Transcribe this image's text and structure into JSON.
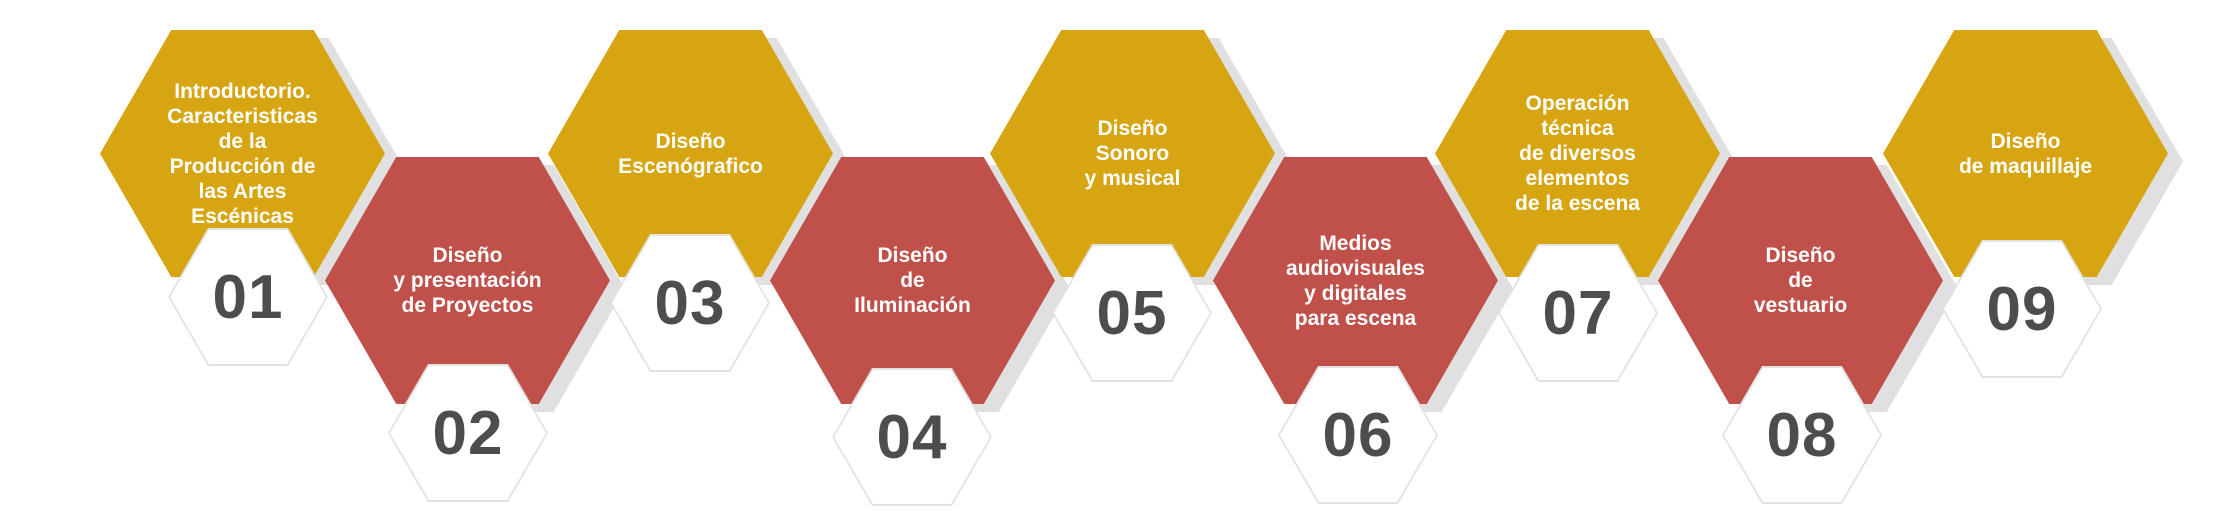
{
  "colors": {
    "gold": "#D6A511",
    "red": "#C0504A",
    "number": "#4d4d4d"
  },
  "steps": [
    {
      "number": "01",
      "title": "Introductorio.\nCaracteristicas\nde la Producción de\nlas Artes Escénicas",
      "color": "gold"
    },
    {
      "number": "02",
      "title": "Diseño\ny presentación\nde Proyectos",
      "color": "red"
    },
    {
      "number": "03",
      "title": "Diseño\nEscenógrafico",
      "color": "gold"
    },
    {
      "number": "04",
      "title": "Diseño\nde\nIluminación",
      "color": "red"
    },
    {
      "number": "05",
      "title": "Diseño\nSonoro\ny musical",
      "color": "gold"
    },
    {
      "number": "06",
      "title": "Medios\naudiovisuales\ny digitales\npara escena",
      "color": "red"
    },
    {
      "number": "07",
      "title": "Operación\ntécnica\nde diversos\nelementos\nde la escena",
      "color": "gold"
    },
    {
      "number": "08",
      "title": "Diseño\nde\nvestuario",
      "color": "red"
    },
    {
      "number": "09",
      "title": "Diseño\nde maquillaje",
      "color": "gold"
    }
  ]
}
